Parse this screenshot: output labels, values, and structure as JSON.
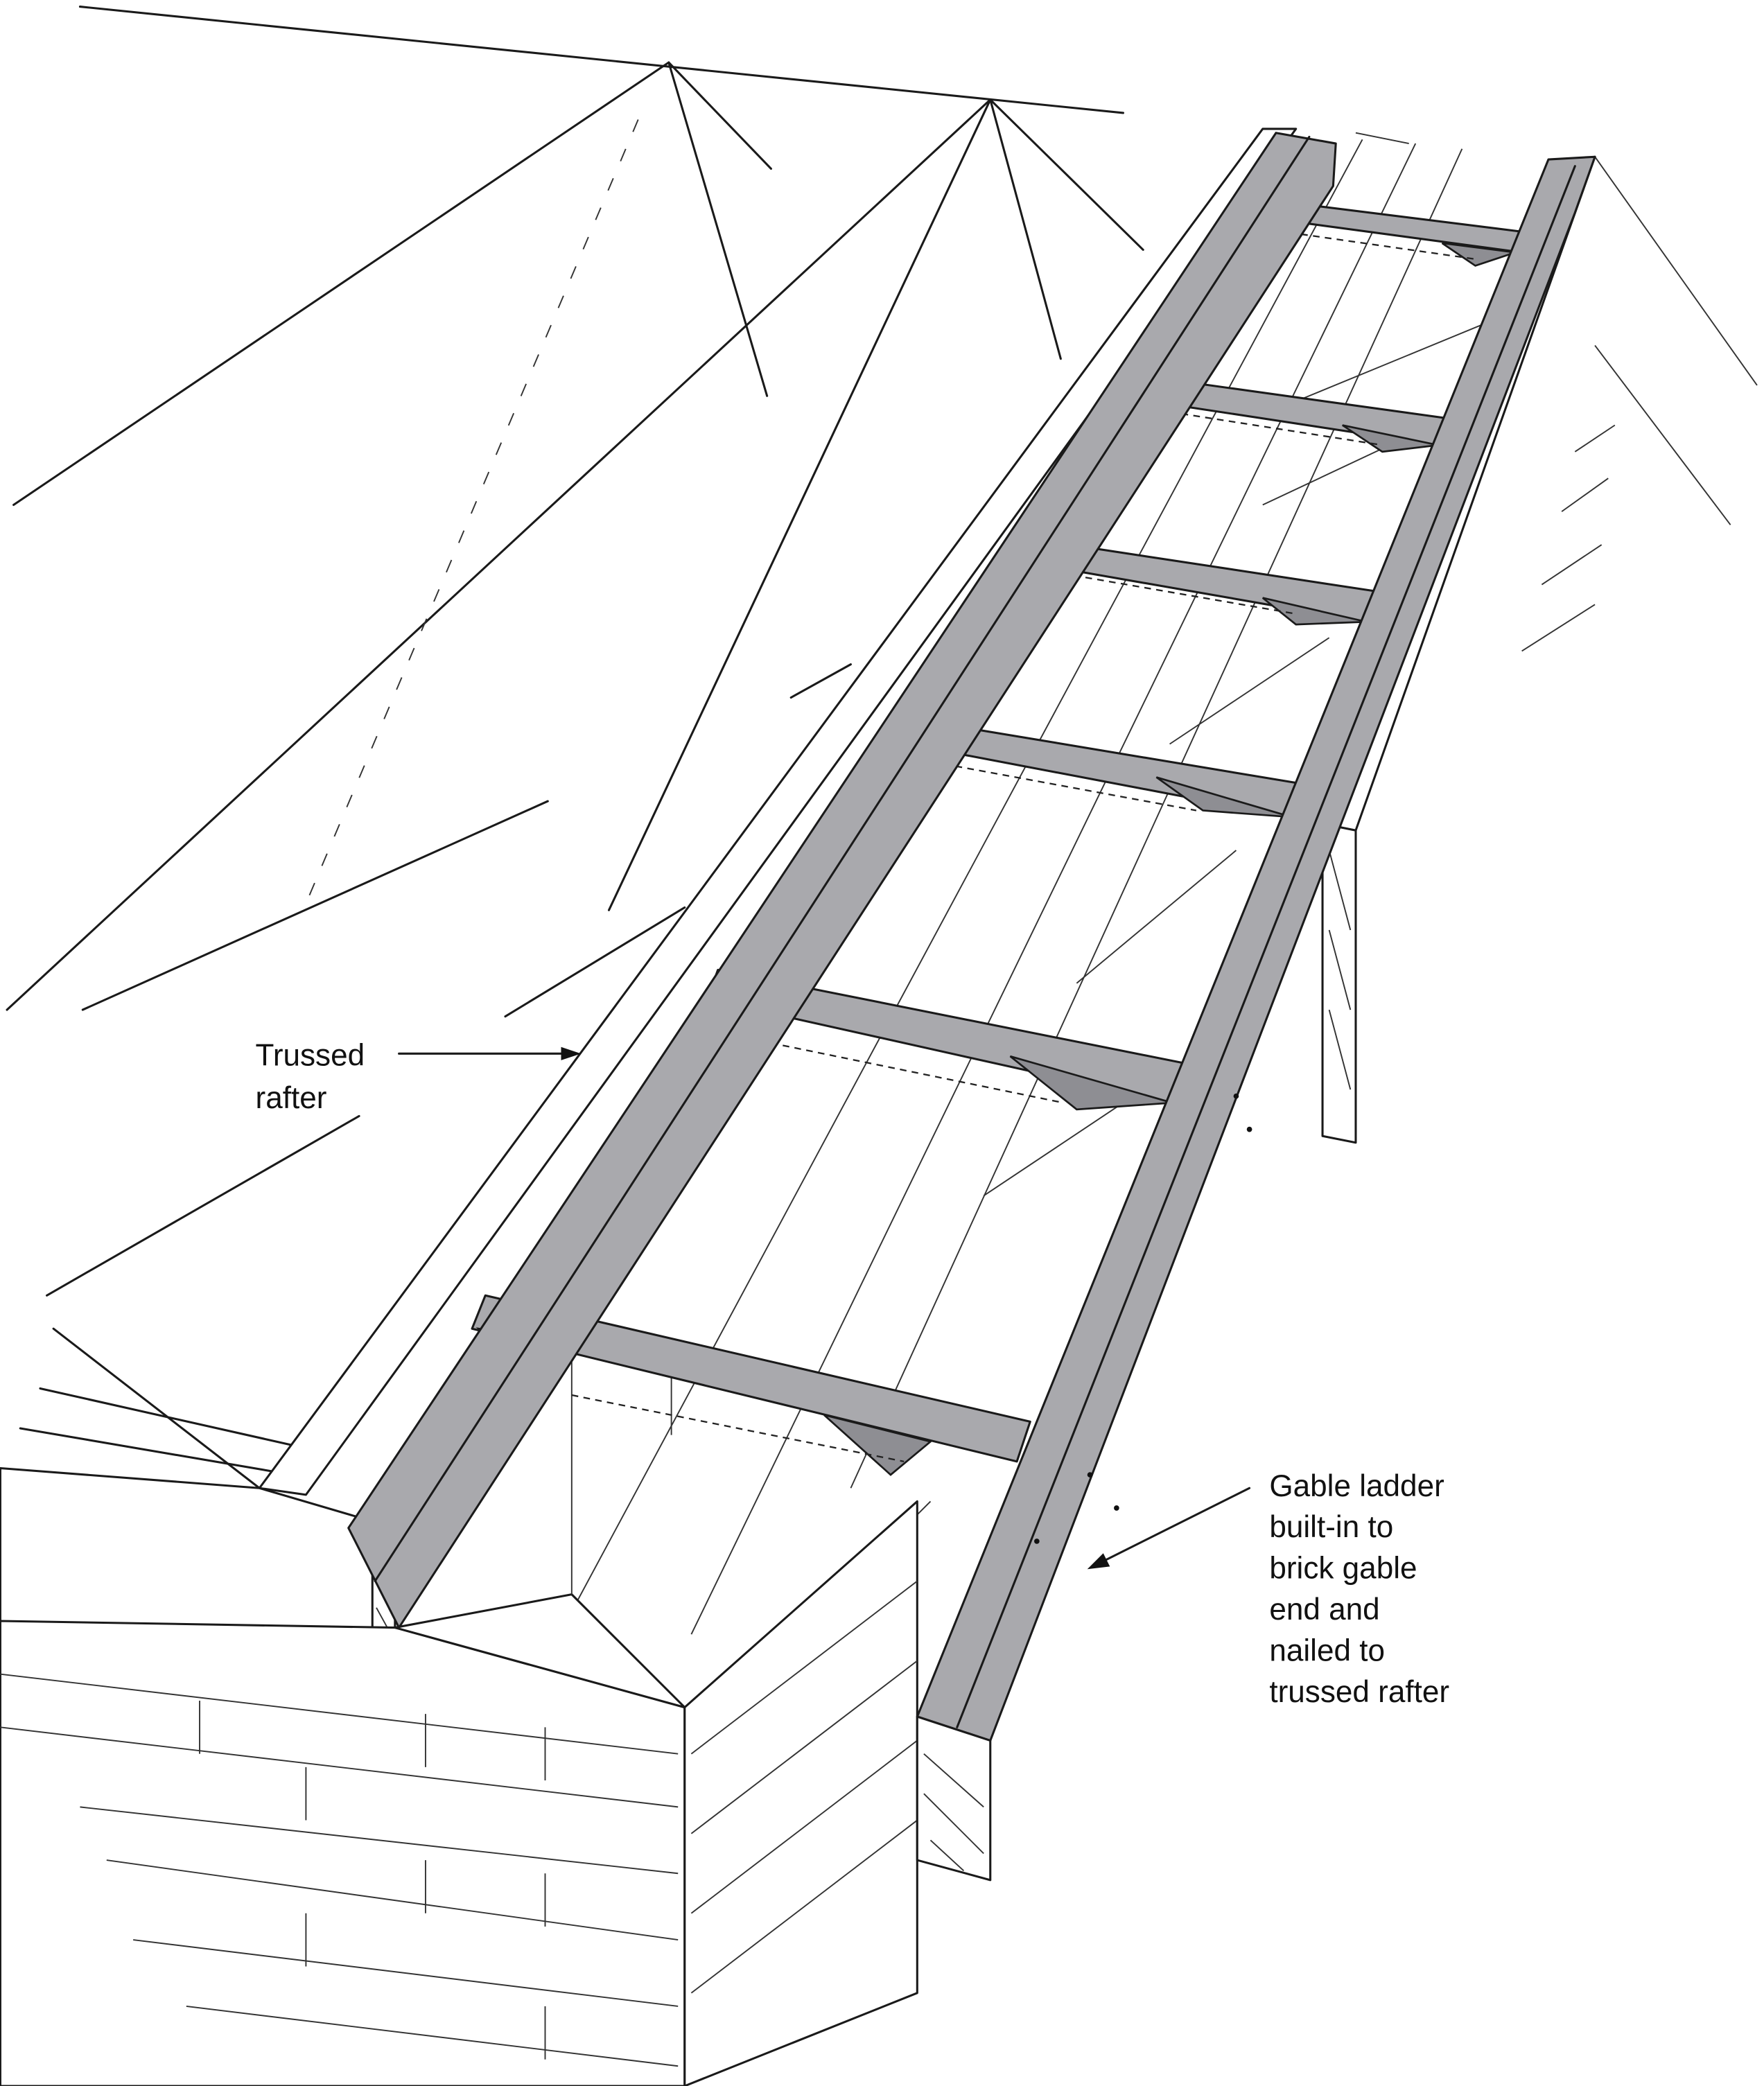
{
  "diagram": {
    "labels": {
      "trussed_rafter": [
        "Trussed",
        "rafter"
      ],
      "gable_ladder": [
        "Gable ladder",
        "built-in to",
        "brick gable",
        "end and",
        "nailed to",
        "trussed rafter"
      ]
    },
    "colors": {
      "timber": "#a9a9ad",
      "line": "#1a1a1a",
      "background": "#ffffff"
    },
    "ladder_rung_count": 6
  }
}
